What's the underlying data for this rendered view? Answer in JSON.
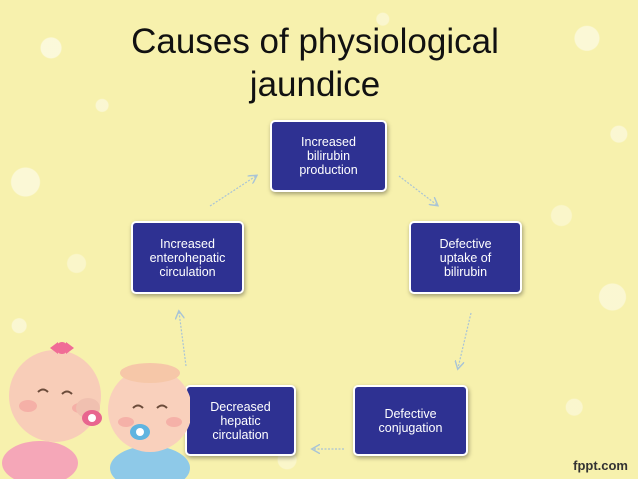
{
  "slide": {
    "title": "Causes of physiological\njaundice",
    "background_color": "#f7f1ad",
    "box_color": "#2e3192",
    "arrow_color": "#a9c4d6",
    "logo": "fppt.com"
  },
  "diagram": {
    "type": "cycle",
    "nodes": [
      {
        "id": "top",
        "label": "Increased\nbilirubin\nproduction"
      },
      {
        "id": "right",
        "label": "Defective\nuptake of\nbilirubin"
      },
      {
        "id": "bottom-right",
        "label": "Defective\nconjugation"
      },
      {
        "id": "bottom-left",
        "label": "Decreased\nhepatic\ncirculation"
      },
      {
        "id": "left",
        "label": "Increased\nenterohepatic\ncirculation"
      }
    ],
    "edges": [
      {
        "from": "top",
        "to": "right"
      },
      {
        "from": "right",
        "to": "bottom-right"
      },
      {
        "from": "bottom-right",
        "to": "bottom-left"
      },
      {
        "from": "bottom-left",
        "to": "left"
      },
      {
        "from": "left",
        "to": "top"
      }
    ]
  }
}
